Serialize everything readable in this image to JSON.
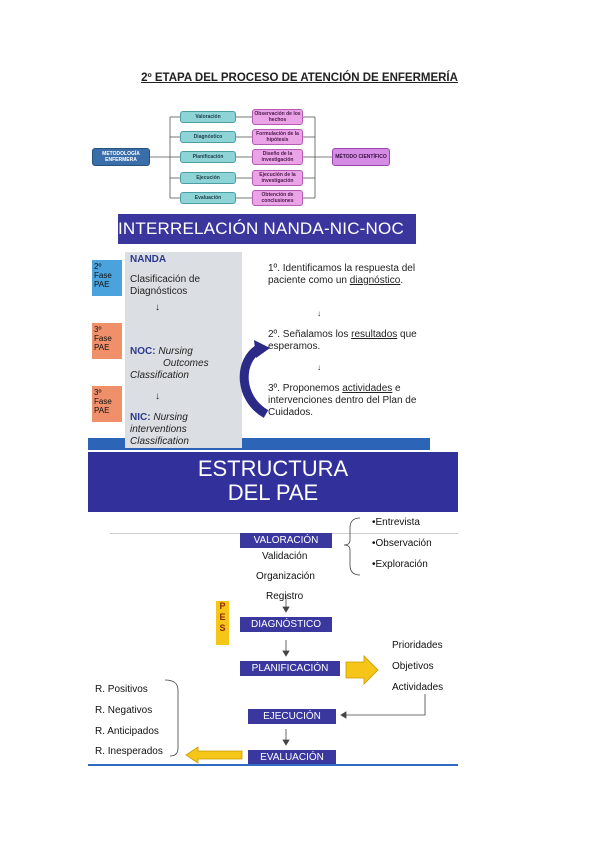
{
  "page": {
    "title": "2º ETAPA DEL PROCESO DE ATENCIÓN DE ENFERMERÍA"
  },
  "metodologia": {
    "left_label": "METODOLOGÍA ENFERMERA",
    "right_label": "MÉTODO CIENTÍFICO",
    "steps": [
      {
        "left": "Valoración",
        "right": "Observación de los hechos"
      },
      {
        "left": "Diagnóstico",
        "right": "Formulación de la hipótesis"
      },
      {
        "left": "Planificación",
        "right": "Diseño de la investigación"
      },
      {
        "left": "Ejecución",
        "right": "Ejecución de la investigación"
      },
      {
        "left": "Evaluación",
        "right": "Obtención de conclusiones"
      }
    ],
    "colors": {
      "teal": "#8ed3d6",
      "pink": "#e9a3e6",
      "purple": "#d58ce4",
      "blue": "#3a6ea8"
    }
  },
  "nanda": {
    "header": "INTERRELACIÓN NANDA-NIC-NOC",
    "fases": [
      {
        "label": "2º Fase PAE",
        "color": "#4aa3dc"
      },
      {
        "label": "3º Fase PAE",
        "color": "#f0906a"
      },
      {
        "label": "3º Fase PAE",
        "color": "#f0906a"
      }
    ],
    "nanda_title": "NANDA",
    "nanda_desc": "Clasificación de Diagnósticos",
    "noc_title": "NOC:",
    "noc_desc_1": "Nursing",
    "noc_desc_2": "Outcomes",
    "noc_desc_3": "Classification",
    "nic_title": "NIC:",
    "nic_desc_1": "Nursing",
    "nic_desc_2": "interventions",
    "nic_desc_3": "Classification",
    "steps": [
      {
        "pre": "1º. Identificamos la respuesta del paciente como un ",
        "u": "diagnóstico",
        "post": "."
      },
      {
        "pre": "2º. Señalamos los ",
        "u": "resultados",
        "post": " que esperamos."
      },
      {
        "pre": "3º. Proponemos ",
        "u": "actividades",
        "post": " e intervenciones dentro del Plan de Cuidados."
      }
    ]
  },
  "estructura": {
    "title_1": "ESTRUCTURA",
    "title_2": "DEL PAE",
    "valoracion": "VALORACIÓN",
    "val_sub": [
      "Validación",
      "Organización",
      "Registro"
    ],
    "val_items": [
      "•Entrevista",
      "•Observación",
      "•Exploración"
    ],
    "pes": [
      "P",
      "E",
      "S"
    ],
    "diagnostico": "DIAGNÓSTICO",
    "planificacion": "PLANIFICACIÓN",
    "plan_items": [
      "Prioridades",
      "Objetivos",
      "Actividades"
    ],
    "ejecucion": "EJECUCIÓN",
    "evaluacion": "EVALUACIÓN",
    "eval_items": [
      "R. Positivos",
      "R. Negativos",
      "R. Anticipados",
      "R. Inesperados"
    ]
  }
}
